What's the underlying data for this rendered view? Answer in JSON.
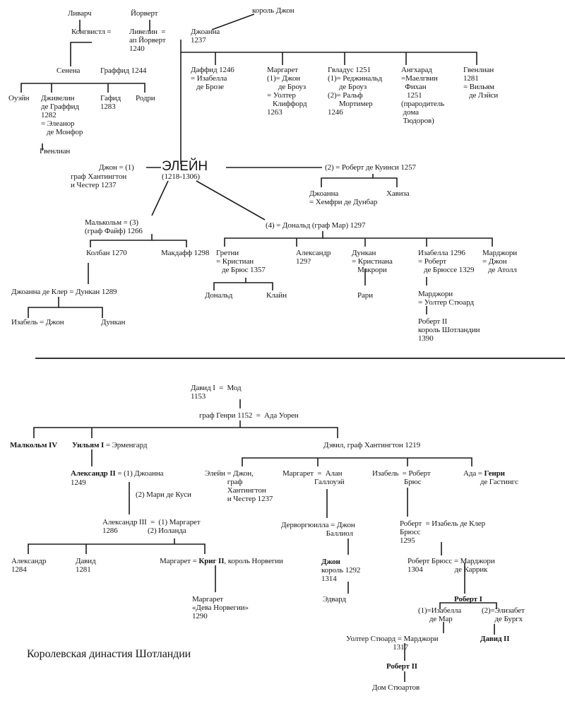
{
  "caption": "Королевская династия Шотландии",
  "top_tree": {
    "livarch": "Ливарч",
    "iorwerth": "Йорверт",
    "king_john": "король Джон",
    "kongvistl": "Конгвистл =",
    "livelin": "Ливелин  =\nап Йорверт\n1240",
    "joanna": "Джоанна\n1237",
    "senena": "Сенена",
    "graffid": "Граффид 1244",
    "owain": "Оуэйн",
    "jivelin": "Дживелин\nде Граффид\n1282\n= Элеанор\n   де Монфор",
    "gwenllian_a": "Гвенлиан",
    "gafid": "Гафид\n1283",
    "rodri": "Родри",
    "daffid": "Даффид 1246\n= Изабелла\n   де Брозе",
    "margaret_a": "Маргарет\n(1)= Джон\n      де Броуз\n= Уолтер\n   Клиффорд\n1263",
    "gwladus": "Гвладус 1251\n(1)= Реджинальд\n      де Броуз\n(2)= Ральф\n      Мортимер\n1246",
    "angharad": "Ангхарад\n=Маелгвин\n  Фихан\n   1251\n(прародитель\n дома\n Тюдоров)",
    "gwenllian_b": "Гвенлиан\n1281\n= Вильям\n   де Лэйси",
    "john_huntingdon": "Джон = (1)",
    "earl_huntingdon": "граф Хантингтон\nи Честер 1237",
    "elein": "ЭЛЕЙН",
    "elein_years": "(1218-1306)",
    "robert_quincy": "(2) = Роберт де Куинси 1257",
    "joanna_b": "Джоанна\n= Хемфри де Дунбар",
    "haviza": "Хавиза",
    "malcolm": "Малькольм = (3)\n(граф Файф) 1266",
    "donald": "(4) = Дональд (граф Мар) 1297",
    "colban": "Колбан 1270",
    "macduff": "Макдафф 1298",
    "gretni": "Гретни\n= Кристиан\n   де Брюс 1357",
    "alexander_a": "Александр\n129?",
    "duncan_a": "Дункан\n= Кристиана\n   Макрори",
    "isabella_a": "Изабелла 1296\n= Роберт\n   де Брюссе 1329",
    "marjorie_a": "Марджори\n= Джон\n   де Атолл",
    "donald_b": "Дональд",
    "klain": "Клайн",
    "rari": "Рари",
    "marjorie_b": "Марджори\n= Уолтер Стюард",
    "robert_ii_a": "Роберт II\nкороль Шотландии\n1390",
    "joanna_clare": "Джоанна де Клер = Дункан 1289",
    "isabel_john": "Изабель = Джон",
    "duncan_b": "Дункан"
  },
  "bottom_tree": {
    "david_i": "Давид I  =  Мод\n1153",
    "henry": "граф Генри 1152  =  Ада Уорен",
    "malcolm_iv": "Малкольм IV",
    "william_i": "Уильям I",
    "ermengard": " = Эрменгард",
    "david_huntingdon": "Дэвил, граф Хантингтон 1219",
    "alexander_ii": "Александр II",
    "alexander_ii_rest": " = (1) Джоанна",
    "alexander_ii_year": "1249",
    "marie_coucy": "(2) Мари де Куси",
    "alexander_iii": "Александр III  =  (1) Маргарет\n1286                (2) Иоланда",
    "alexander_b": "Александр\n1284",
    "david_b": "Давид\n1281",
    "margaret_b": "Маргарет = ",
    "kring": "Криг II",
    "kring_rest": ", король Норвегии",
    "maid_norway": "Маргарет\n«Дева Норвегии»\n1290",
    "elein_b": "Элейн = Джон,\n            граф\n            Хантингтон\n            и Честер 1237",
    "margaret_c": "Маргарет  =  Алан\n                 Галлоуэй",
    "isabel_b": "Изабель  = Роберт\n                 Брюс",
    "ada": "Ада = ",
    "henry_hastings": "Генри",
    "hastings_rest": "\n         де Гастингс",
    "devorgilla": "Дерворгюилла = Джон\n                        Баллиол",
    "john_balliol": "Джон",
    "john_balliol_rest": "\nкороль 1292\n1314",
    "edward": "Эдвард",
    "robert_bruce_a": "Роберт  = Изабель де Клер\nБрюсс\n1295",
    "robert_bruce_b": "Роберт Брюсс = Марджори\n1304                 де Каррик",
    "robert_i": "Роберт I",
    "isabella_mar": "(1)=Изабелла\n      де Мар",
    "elizabeth_burgh": "(2)=Элизабет\n       де Бургх",
    "david_ii": "Давид II",
    "walter_marjorie": "Уолтер Стюард = Марджори\n                         1317",
    "robert_ii_b": "Роберт II",
    "stewarts": "Дом Стюартов"
  }
}
